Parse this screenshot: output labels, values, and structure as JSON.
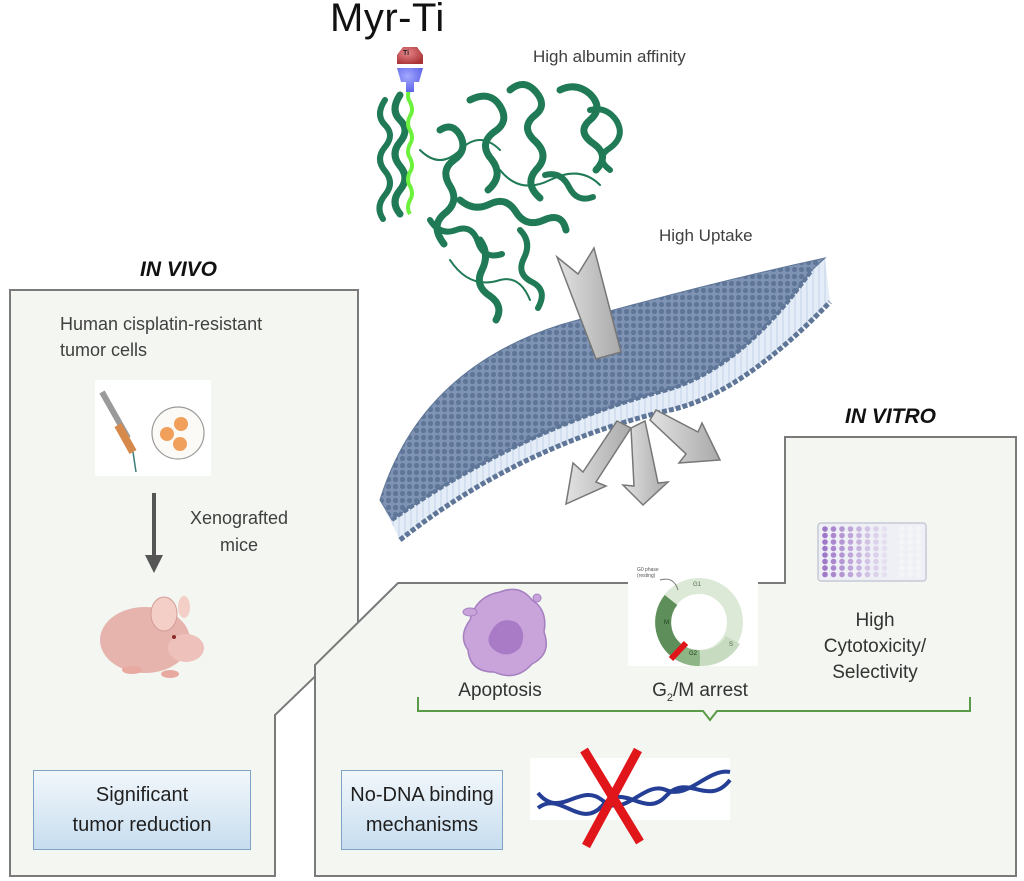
{
  "header": {
    "compound_name": "Myr-Ti",
    "ti_label": "Ti",
    "albumin_label": "High albumin affinity",
    "uptake_label": "High Uptake"
  },
  "in_vivo": {
    "title": "IN VIVO",
    "cells_label_line1": "Human cisplatin-resistant",
    "cells_label_line2": "tumor cells",
    "arrow_label_line1": "Xenografted",
    "arrow_label_line2": "mice",
    "result_line1": "Significant",
    "result_line2": "tumor reduction"
  },
  "in_vitro": {
    "title": "IN VITRO",
    "effects": [
      {
        "label": "Apoptosis",
        "icon": "apoptotic-cell-icon"
      },
      {
        "label_main": "G",
        "label_sub": "2",
        "label_rest": "/M arrest",
        "icon": "cell-cycle-icon"
      },
      {
        "label_line1": "High",
        "label_line2": "Cytotoxicity/",
        "label_line3": "Selectivity",
        "icon": "well-plate-icon"
      }
    ],
    "cell_cycle_labels": {
      "g0": "G0 phase",
      "g0_sub": "(resting)",
      "g1": "G1",
      "s": "S",
      "g2": "G2",
      "m": "M"
    },
    "result_line1": "No-DNA binding",
    "result_line2": "mechanisms"
  },
  "colors": {
    "protein": "#1f7a55",
    "membrane": "#6e86a8",
    "membrane_tail": "#dfe9f5",
    "arrow": "#c9c9c9",
    "panel_bg": "#f3f6f1",
    "panel_border": "#7a7a7a",
    "cross": "#e0161b",
    "dna": "#243f95",
    "brace": "#5b9a47"
  }
}
